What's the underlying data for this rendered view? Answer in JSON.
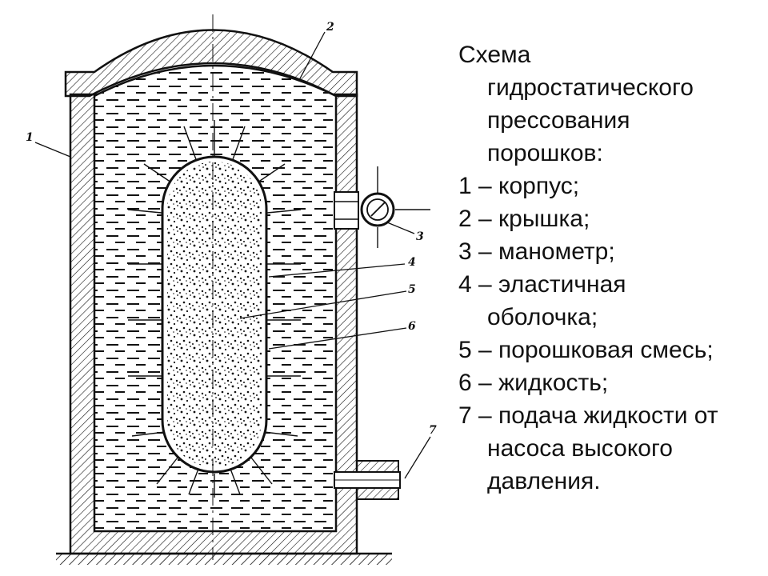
{
  "legend": {
    "title_lines": [
      "Схема",
      "гидростатического",
      "прессования",
      "порошков:"
    ],
    "items": [
      {
        "lines": [
          "1 – корпус;"
        ]
      },
      {
        "lines": [
          "2 – крышка;"
        ]
      },
      {
        "lines": [
          "3 – манометр;"
        ]
      },
      {
        "lines": [
          "4 – эластичная",
          "оболочка;"
        ]
      },
      {
        "lines": [
          "5 – порошковая смесь;"
        ]
      },
      {
        "lines": [
          "6 – жидкость;"
        ]
      },
      {
        "lines": [
          "7 – подача жидкости от",
          "насоса высокого",
          "давления."
        ]
      }
    ]
  },
  "callouts": [
    "1",
    "2",
    "3",
    "4",
    "5",
    "6",
    "7"
  ],
  "colors": {
    "ink": "#111111",
    "background": "#ffffff"
  }
}
